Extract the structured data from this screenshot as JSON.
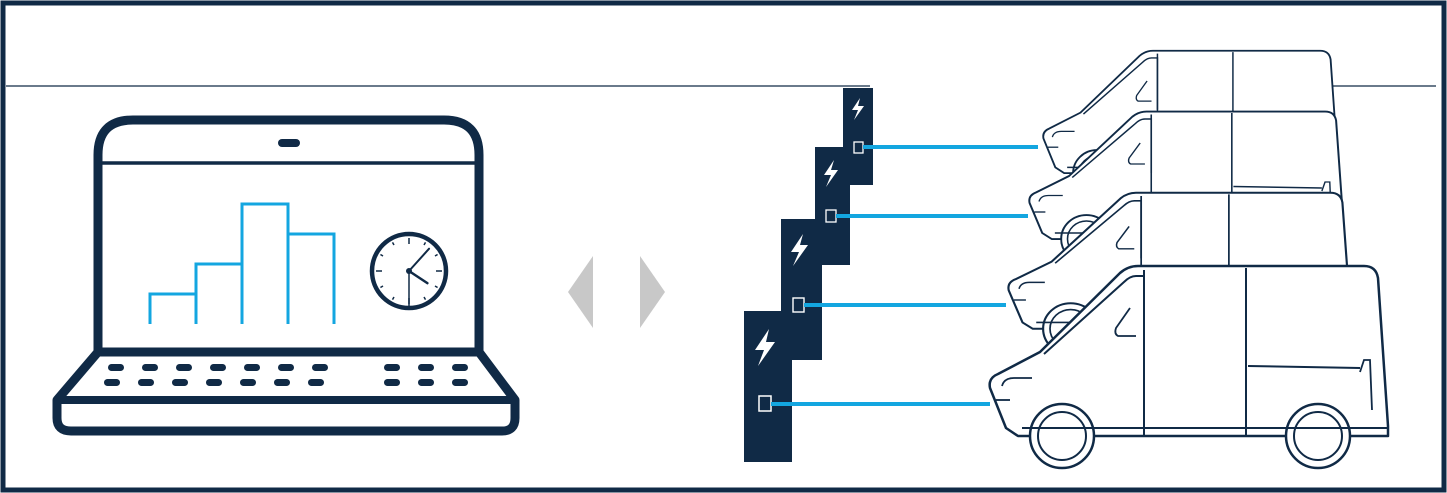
{
  "colors": {
    "navy": "#102a46",
    "cyan": "#13a6e0",
    "grey": "#c8c8c8",
    "white": "#ffffff"
  },
  "icons": {
    "laptop": "laptop-icon",
    "bar_chart": "bar-chart-icon",
    "clock": "clock-icon",
    "bidirectional_arrows": "bidirectional-arrows-icon",
    "charger": "ev-charger-icon",
    "lightning": "lightning-bolt-icon",
    "van": "delivery-van-icon"
  },
  "chart_data": {
    "type": "bar",
    "values": [
      1,
      2,
      4,
      3
    ]
  },
  "clock": {
    "hour": 4,
    "minute": 7
  },
  "fleet": {
    "charger_count": 4,
    "van_count": 4
  }
}
